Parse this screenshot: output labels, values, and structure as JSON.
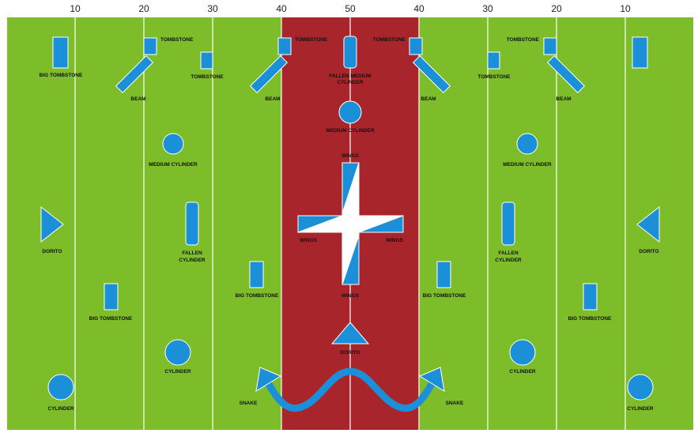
{
  "field": {
    "colors": {
      "turf": "#7dbd2a",
      "midzone": "#a8262b",
      "line": "#ffffff",
      "obstacle": "#1b8fd8"
    },
    "yard_numbers": [
      "10",
      "20",
      "30",
      "40",
      "50",
      "40",
      "30",
      "20",
      "10"
    ]
  },
  "labels": {
    "big_tombstone": "BIG TOMBSTONE",
    "tombstone": "TOMBSTONE",
    "beam": "BEAM",
    "fallen_medium_cylinder_1": "FALLEN MEDIUM",
    "fallen_medium_cylinder_2": "CYLINDER",
    "medium_cylinder": "MEDIUM CYLINDER",
    "wings": "WINGS",
    "dorito": "DORITO",
    "fallen_cylinder_1": "FALLEN",
    "fallen_cylinder_2": "CYLINDER",
    "cylinder": "CYLINDER",
    "snake": "SNAKE"
  }
}
